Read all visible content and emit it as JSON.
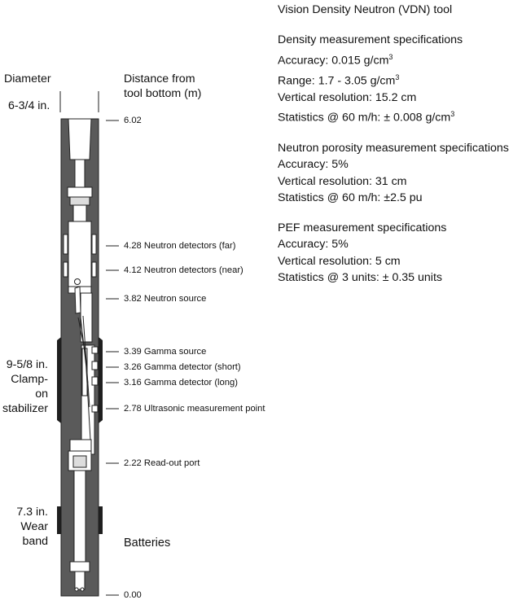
{
  "title": "Vision Density Neutron (VDN) tool",
  "sections": [
    {
      "heading": "Density measurement specifications",
      "lines": [
        {
          "text": "Accuracy: 0.015 g/cm",
          "sup": "3"
        },
        {
          "text": "Range: 1.7 - 3.05 g/cm",
          "sup": "3"
        },
        {
          "text": "Vertical resolution: 15.2 cm",
          "sup": ""
        },
        {
          "text": "Statistics @ 60 m/h: ± 0.008 g/cm",
          "sup": "3"
        }
      ]
    },
    {
      "heading": "Neutron porosity measurement specifications",
      "lines": [
        {
          "text": "Accuracy: 5%",
          "sup": ""
        },
        {
          "text": "Vertical resolution: 31 cm",
          "sup": ""
        },
        {
          "text": "Statistics @ 60 m/h: ±2.5 pu",
          "sup": ""
        }
      ]
    },
    {
      "heading": "PEF measurement specifications",
      "lines": [
        {
          "text": "Accuracy: 5%",
          "sup": ""
        },
        {
          "text": "Vertical resolution: 5 cm",
          "sup": ""
        },
        {
          "text": "Statistics @ 3 units: ± 0.35 units",
          "sup": ""
        }
      ]
    }
  ],
  "diameter_header": "Diameter",
  "distance_header": [
    "Distance from",
    "tool bottom (m)"
  ],
  "diam_top": "6-3/4 in.",
  "diam_stabilizer": [
    "9-5/8 in.",
    "Clamp-on",
    "stabilizer"
  ],
  "diam_wear": [
    "7.3 in.",
    "Wear",
    "band"
  ],
  "batteries": "Batteries",
  "markers": [
    {
      "value": "6.02",
      "label": ""
    },
    {
      "value": "4.28",
      "label": "Neutron detectors (far)"
    },
    {
      "value": "4.12",
      "label": "Neutron detectors (near)"
    },
    {
      "value": "3.82",
      "label": "Neutron source"
    },
    {
      "value": "3.39",
      "label": "Gamma source"
    },
    {
      "value": "3.26",
      "label": "Gamma detector (short)"
    },
    {
      "value": "3.16",
      "label": "Gamma detector (long)"
    },
    {
      "value": "2.78",
      "label": "Ultrasonic measurement point"
    },
    {
      "value": "2.22",
      "label": "Read-out port"
    },
    {
      "value": "0.00",
      "label": ""
    }
  ],
  "colors": {
    "tool_body": "#555555",
    "ink": "#111111",
    "background": "#ffffff"
  }
}
